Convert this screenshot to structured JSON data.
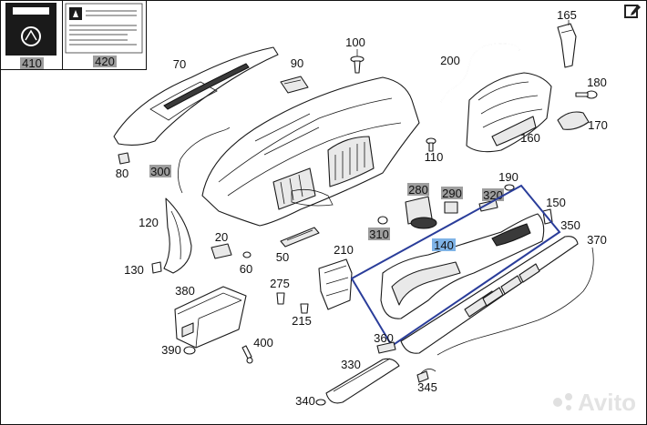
{
  "part_labels": {
    "p410": "410",
    "p420": "420",
    "p70": "70",
    "p100": "100",
    "p90": "90",
    "p165": "165",
    "p200": "200",
    "p180": "180",
    "p170": "170",
    "p160": "160",
    "p110": "110",
    "p80": "80",
    "p300": "300",
    "p190": "190",
    "p280": "280",
    "p290": "290",
    "p320": "320",
    "p150": "150",
    "p350": "350",
    "p120": "120",
    "p20": "20",
    "p310": "310",
    "p140": "140",
    "p370": "370",
    "p210": "210",
    "p50": "50",
    "p60": "60",
    "p130": "130",
    "p275": "275",
    "p380": "380",
    "p215": "215",
    "p390": "390",
    "p400": "400",
    "p360": "360",
    "p330": "330",
    "p345": "345",
    "p340": "340"
  },
  "highlighted_gray": [
    "300",
    "280",
    "290",
    "320",
    "310",
    "410",
    "420"
  ],
  "highlighted_blue": [
    "140"
  ],
  "watermark": "Avito",
  "colors": {
    "highlight_gray": "#9e9e9e",
    "highlight_blue": "#7fb3e6",
    "selection_outline": "#2a3d9a"
  },
  "icons": {
    "edit": "pencil-edit-icon"
  }
}
